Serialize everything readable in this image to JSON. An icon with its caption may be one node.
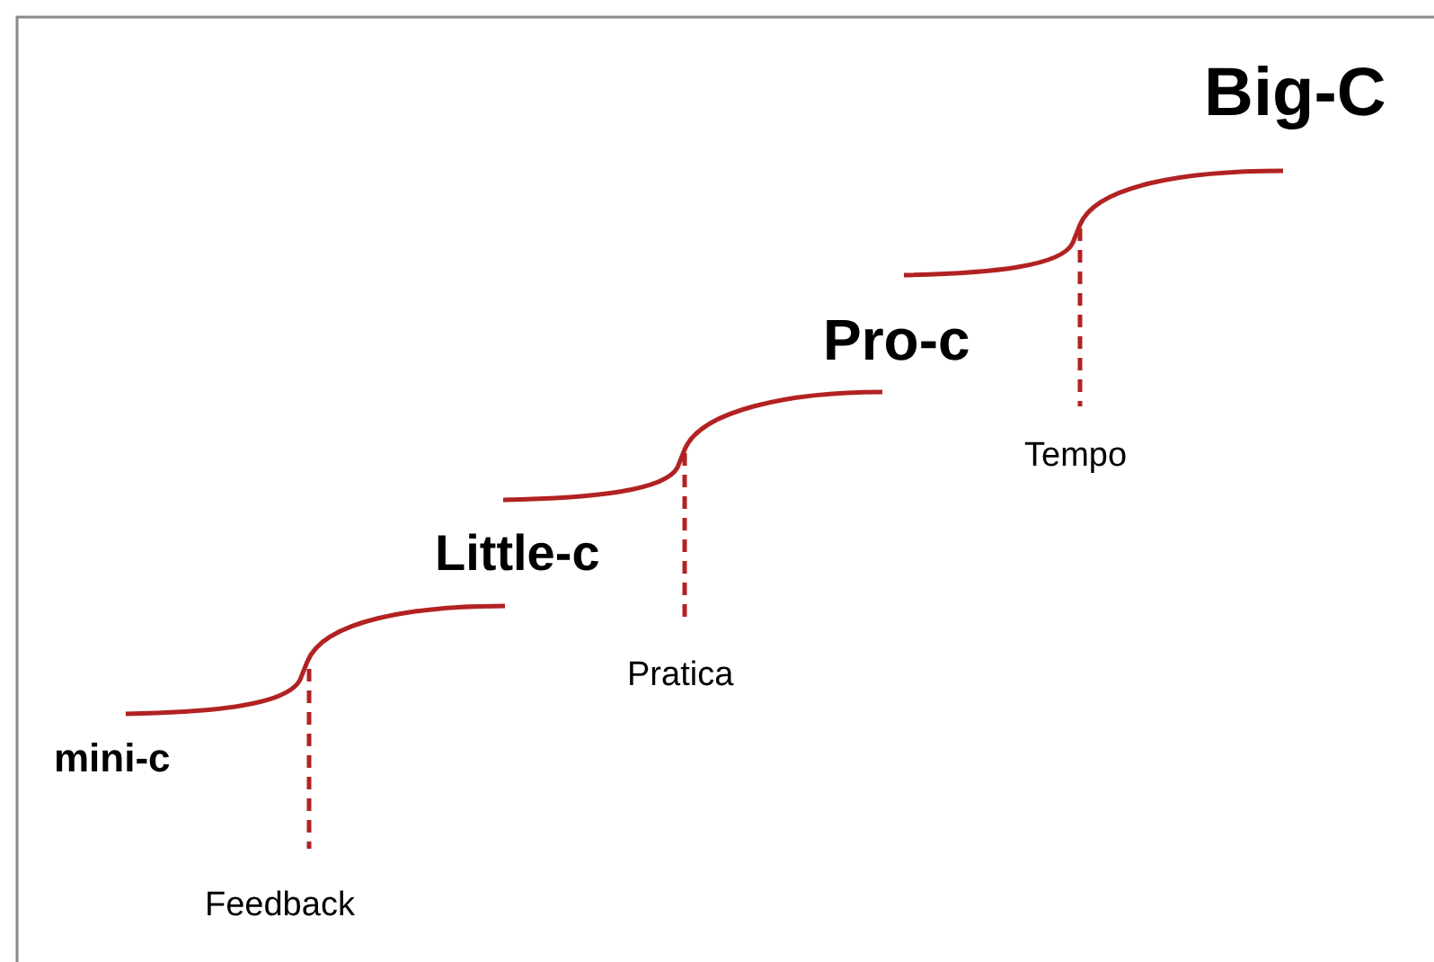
{
  "diagram": {
    "labels": [
      "Big-C",
      "Pro-c",
      "Tempo",
      "Little-c",
      "Pratica",
      "mini-c",
      "Feedback"
    ]
  }
}
